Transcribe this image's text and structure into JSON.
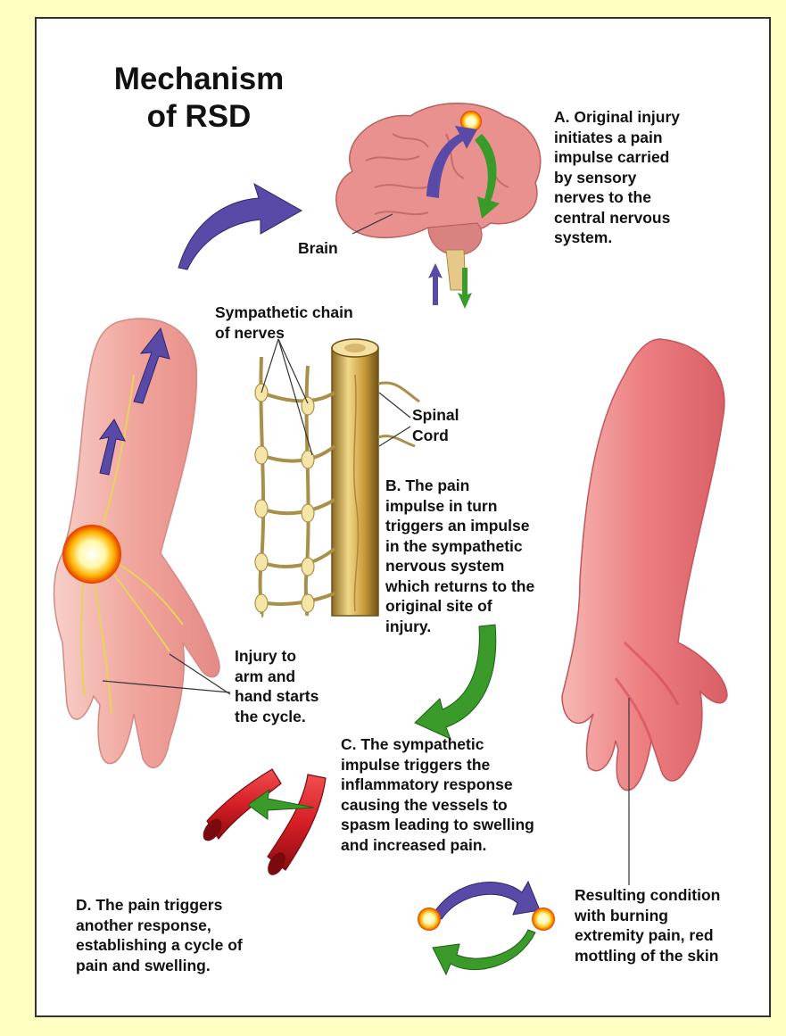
{
  "title": "Mechanism\nof RSD",
  "labels": {
    "brain": "Brain",
    "sympathetic_chain": "Sympathetic chain\nof nerves",
    "spinal_cord": "Spinal\nCord",
    "injury": "Injury to\narm and\nhand starts\nthe cycle.",
    "resulting": "Resulting condition\nwith burning\nextremity pain, red\nmottling of the skin"
  },
  "steps": {
    "a": "A. Original injury\ninitiates a pain\nimpulse carried\nby sensory\nnerves to the\ncentral nervous\nsystem.",
    "b": "B.  The pain\nimpulse in turn\ntriggers an impulse\nin the sympathetic\nnervous system\nwhich returns to the\noriginal site of\ninjury.",
    "c": "C.  The sympathetic\nimpulse triggers the\ninflammatory response\ncausing the vessels to\nspasm leading to swelling\nand increased pain.",
    "d": "D.  The pain triggers\nanother response,\nestablishing a cycle of\npain and swelling."
  },
  "colors": {
    "page_bg": "#ffffc2",
    "panel_bg": "#ffffff",
    "afferent_arrow": "#5a4aa8",
    "efferent_arrow": "#3a9a2a",
    "skin": "#f2a9a4",
    "inflamed_skin": "#e86a6e",
    "vessel": "#d61f26",
    "brain": "#e9918f",
    "spinal_cord": "#d9b860"
  }
}
